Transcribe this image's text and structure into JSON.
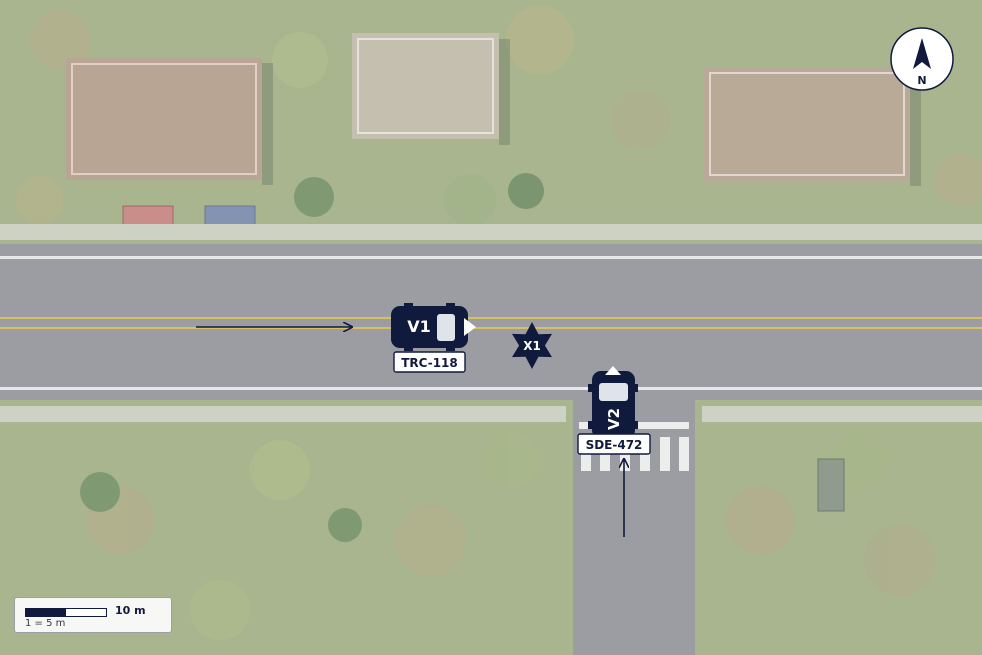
{
  "compass": {
    "label": "N"
  },
  "vehicles": [
    {
      "id": "V1",
      "plate": "TRC-118",
      "heading": "east"
    },
    {
      "id": "V2",
      "plate": "SDE-472",
      "heading": "north"
    }
  ],
  "impact": {
    "label": "X1"
  },
  "scale": {
    "label": "10 m",
    "ratio": "1 = 5 m"
  },
  "colors": {
    "vehicle": "#101a3c",
    "center_line": "#d8c060",
    "road": "#9c9da2",
    "grass": "#a8b58e"
  }
}
